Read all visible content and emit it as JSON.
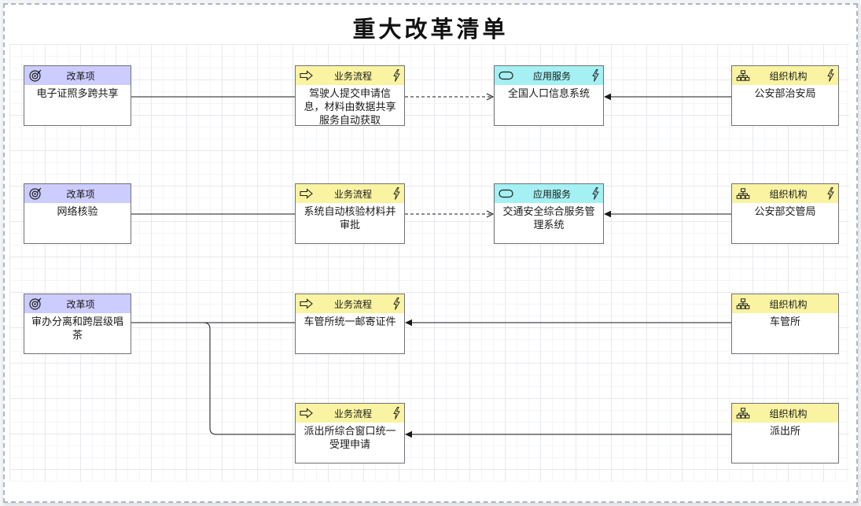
{
  "title": "重大改革清单",
  "colors": {
    "motivation_header": "#CCCCFE",
    "business_header": "#F9F3A2",
    "application_header": "#A4F0F2",
    "page_border": "#A9B6CC",
    "node_border": "#717175",
    "wire": "#1A1A1A"
  },
  "nodes": {
    "r1c1": {
      "type": "改革项",
      "name": "电子证照多跨共享"
    },
    "r1c2": {
      "type": "业务流程",
      "name": "驾驶人提交申请信息，材料由数据共享服务自动获取"
    },
    "r1c3": {
      "type": "应用服务",
      "name": "全国人口信息系统"
    },
    "r1c4": {
      "type": "组织机构",
      "name": "公安部治安局"
    },
    "r2c1": {
      "type": "改革项",
      "name": "网络核验"
    },
    "r2c2": {
      "type": "业务流程",
      "name": "系统自动核验材料并审批"
    },
    "r2c3": {
      "type": "应用服务",
      "name": "交通安全综合服务管理系统"
    },
    "r2c4": {
      "type": "组织机构",
      "name": "公安部交管局"
    },
    "r3c1": {
      "type": "改革项",
      "name": "审办分离和跨层级唱茶"
    },
    "r3c2": {
      "type": "业务流程",
      "name": "车管所统一邮寄证件"
    },
    "r3c4": {
      "type": "组织机构",
      "name": "车管所"
    },
    "r4c2": {
      "type": "业务流程",
      "name": "派出所综合窗口统一受理申请"
    },
    "r4c4": {
      "type": "组织机构",
      "name": "派出所"
    }
  },
  "relations": [
    {
      "from": "电子证照多跨共享",
      "to": "驾驶人提交申请信息，材料由数据共享服务自动获取",
      "style": "solid-plain"
    },
    {
      "from": "驾驶人提交申请信息，材料由数据共享服务自动获取",
      "to": "全国人口信息系统",
      "style": "dashed-open-arrow"
    },
    {
      "from": "公安部治安局",
      "to": "全国人口信息系统",
      "style": "solid-ball-filled-arrow"
    },
    {
      "from": "网络核验",
      "to": "系统自动核验材料并审批",
      "style": "solid-plain"
    },
    {
      "from": "系统自动核验材料并审批",
      "to": "交通安全综合服务管理系统",
      "style": "dashed-open-arrow"
    },
    {
      "from": "公安部交管局",
      "to": "交通安全综合服务管理系统",
      "style": "solid-ball-filled-arrow"
    },
    {
      "from": "审办分离和跨层级唱茶",
      "to": "车管所统一邮寄证件",
      "style": "solid-plain"
    },
    {
      "from": "车管所",
      "to": "车管所统一邮寄证件",
      "style": "solid-ball-filled-arrow"
    },
    {
      "from": "审办分离和跨层级唱茶",
      "to": "派出所综合窗口统一受理申请",
      "style": "solid-plain-elbow"
    },
    {
      "from": "派出所",
      "to": "派出所综合窗口统一受理申请",
      "style": "solid-ball-filled-arrow"
    }
  ]
}
